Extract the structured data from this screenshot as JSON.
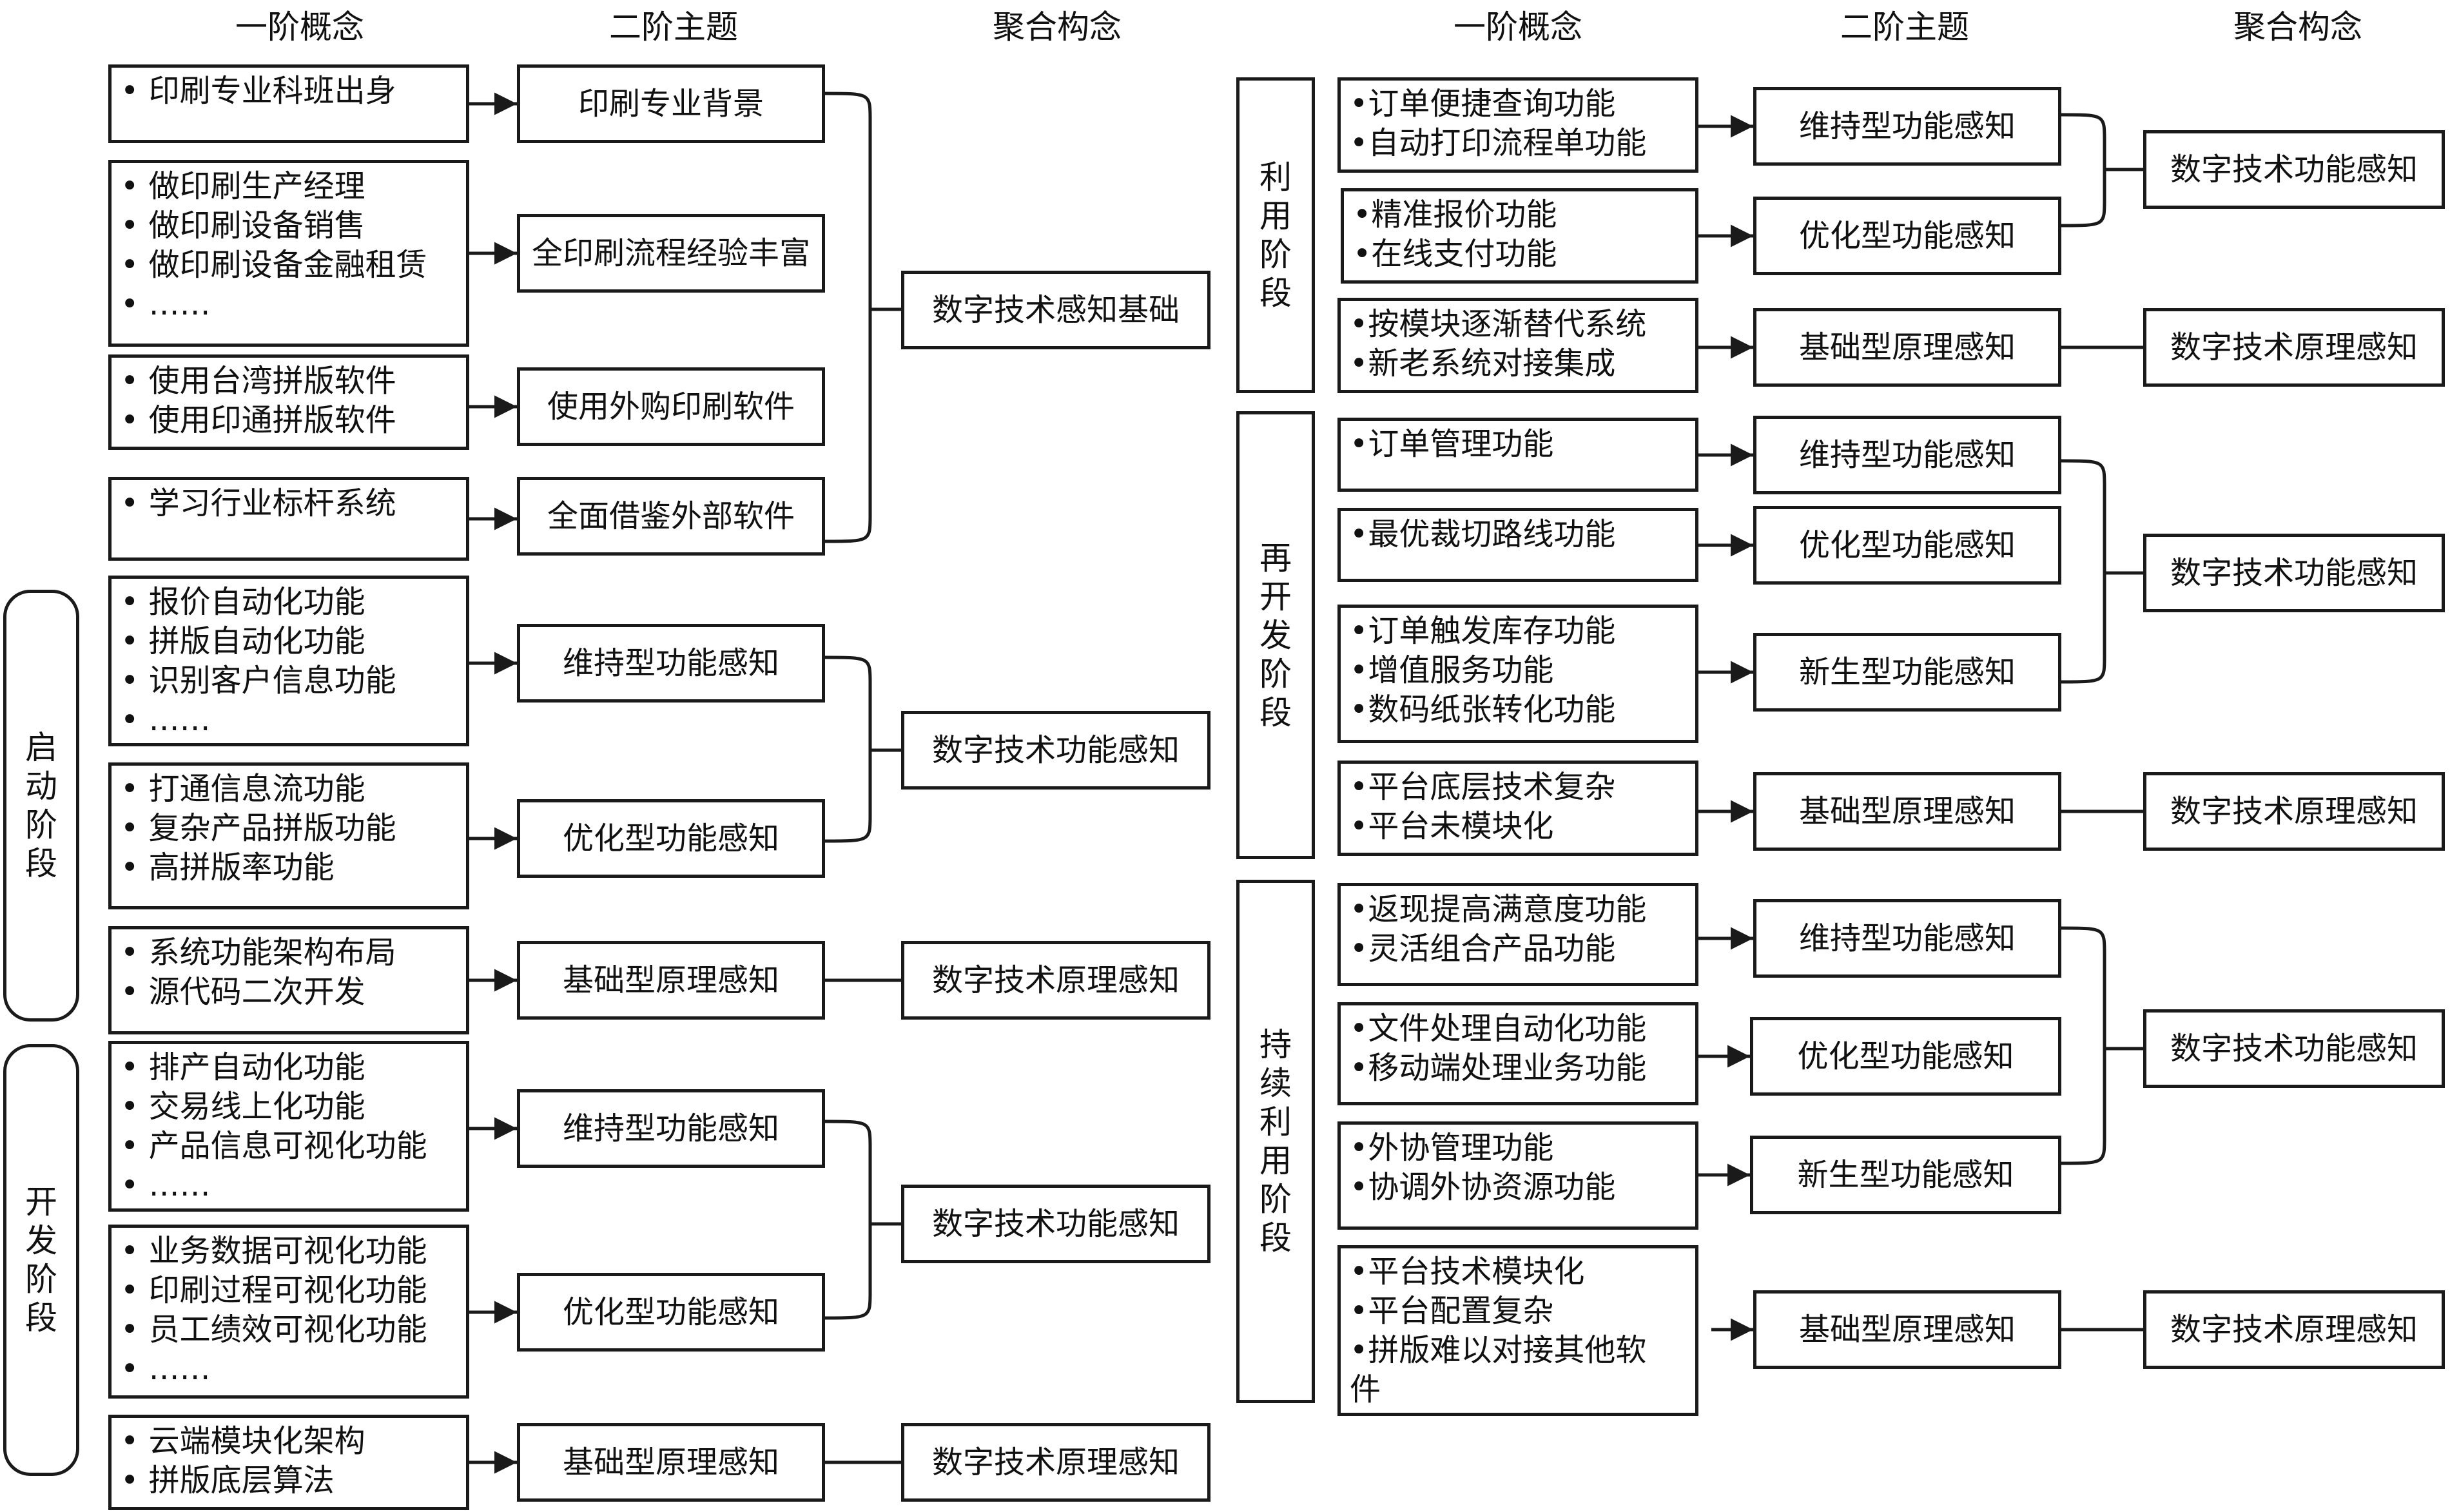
{
  "headers": {
    "first_order": "一阶概念",
    "second_order": "二阶主题",
    "aggregate": "聚合构念"
  },
  "stages": {
    "startup": "启动阶段",
    "development": "开发阶段",
    "utilization": "利用阶段",
    "redevelopment": "再开发阶段",
    "continued": "持续利用阶段"
  },
  "left": {
    "foundation": {
      "concepts": [
        [
          "• 印刷专业科班出身"
        ],
        [
          "• 做印刷生产经理",
          "• 做印刷设备销售",
          "• 做印刷设备金融租赁",
          "• ……"
        ],
        [
          "• 使用台湾拼版软件",
          "• 使用印通拼版软件"
        ],
        [
          "• 学习行业标杆系统"
        ]
      ],
      "themes": [
        "印刷专业背景",
        "全印刷流程经验丰富",
        "使用外购印刷软件",
        "全面借鉴外部软件"
      ],
      "aggregate": "数字技术感知基础"
    },
    "startup_func": {
      "concepts": [
        [
          "• 报价自动化功能",
          "• 拼版自动化功能",
          "• 识别客户信息功能",
          "• ……"
        ],
        [
          "• 打通信息流功能",
          "• 复杂产品拼版功能",
          "• 高拼版率功能"
        ]
      ],
      "themes": [
        "维持型功能感知",
        "优化型功能感知"
      ],
      "aggregate": "数字技术功能感知"
    },
    "startup_prin": {
      "concept": [
        "• 系统功能架构布局",
        "• 源代码二次开发"
      ],
      "theme": "基础型原理感知",
      "aggregate": "数字技术原理感知"
    },
    "dev_func": {
      "concepts": [
        [
          "• 排产自动化功能",
          "• 交易线上化功能",
          "• 产品信息可视化功能",
          "• ……"
        ],
        [
          "• 业务数据可视化功能",
          "• 印刷过程可视化功能",
          "• 员工绩效可视化功能",
          "• ……"
        ]
      ],
      "themes": [
        "维持型功能感知",
        "优化型功能感知"
      ],
      "aggregate": "数字技术功能感知"
    },
    "dev_prin": {
      "concept": [
        "• 云端模块化架构",
        "• 拼版底层算法"
      ],
      "theme": "基础型原理感知",
      "aggregate": "数字技术原理感知"
    }
  },
  "right": {
    "util_func": {
      "concepts": [
        [
          "•订单便捷查询功能",
          "•自动打印流程单功能"
        ],
        [
          "•精准报价功能",
          "•在线支付功能"
        ]
      ],
      "themes": [
        "维持型功能感知",
        "优化型功能感知"
      ],
      "aggregate": "数字技术功能感知"
    },
    "util_prin": {
      "concept": [
        "•按模块逐渐替代系统",
        "•新老系统对接集成"
      ],
      "theme": "基础型原理感知",
      "aggregate": "数字技术原理感知"
    },
    "redev_func": {
      "concepts": [
        [
          "•订单管理功能"
        ],
        [
          "•最优裁切路线功能"
        ],
        [
          "•订单触发库存功能",
          "•增值服务功能",
          "•数码纸张转化功能"
        ]
      ],
      "themes": [
        "维持型功能感知",
        "优化型功能感知",
        "新生型功能感知"
      ],
      "aggregate": "数字技术功能感知"
    },
    "redev_prin": {
      "concept": [
        "•平台底层技术复杂",
        "•平台未模块化"
      ],
      "theme": "基础型原理感知",
      "aggregate": "数字技术原理感知"
    },
    "cont_func": {
      "concepts": [
        [
          "•返现提高满意度功能",
          "•灵活组合产品功能"
        ],
        [
          "•文件处理自动化功能",
          "•移动端处理业务功能"
        ],
        [
          "•外协管理功能",
          "•协调外协资源功能"
        ]
      ],
      "themes": [
        "维持型功能感知",
        "优化型功能感知",
        "新生型功能感知"
      ],
      "aggregate": "数字技术功能感知"
    },
    "cont_prin": {
      "concept": [
        "•平台技术模块化",
        "•平台配置复杂",
        "•拼版难以对接其他软",
        "件"
      ],
      "theme": "基础型原理感知",
      "aggregate": "数字技术原理感知"
    }
  }
}
